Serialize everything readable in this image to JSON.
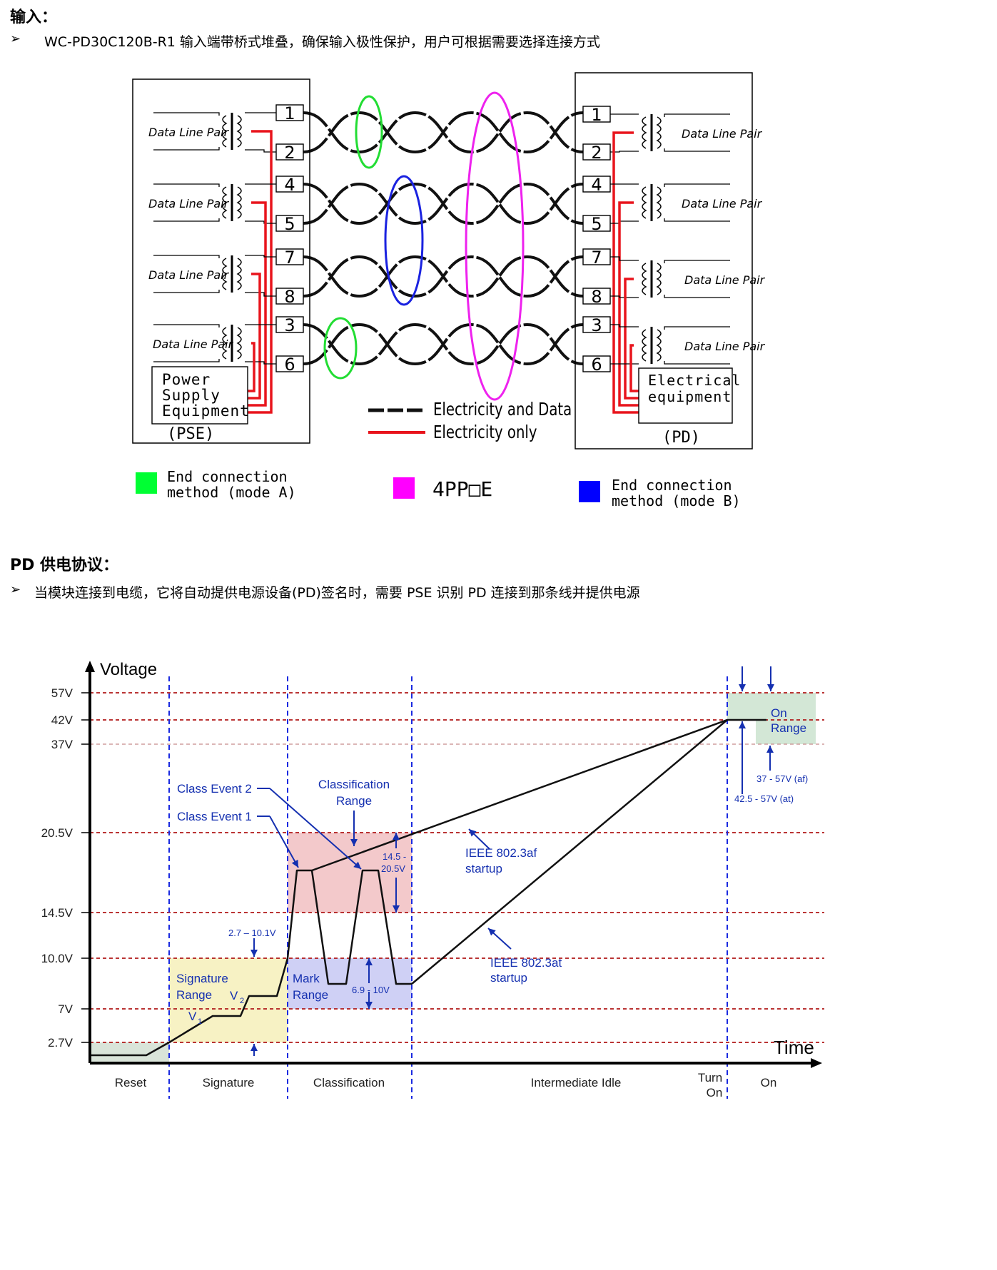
{
  "input_section": {
    "heading": "输入：",
    "bullet": "WC-PD30C120B-R1 输入端带桥式堆叠，确保输入极性保护，用户可根据需要选择连接方式"
  },
  "wiring_diagram": {
    "data_line_pair_label": "Data Line Pair",
    "left_pins": [
      "1",
      "2",
      "4",
      "5",
      "7",
      "8",
      "3",
      "6"
    ],
    "right_pins": [
      "1",
      "2",
      "4",
      "5",
      "7",
      "8",
      "3",
      "6"
    ],
    "pse_box": [
      "Power",
      "Supply",
      "Equipment"
    ],
    "pse_label": "(PSE)",
    "pd_box": [
      "Electrical",
      "equipment"
    ],
    "pd_label": "(PD)",
    "legend_dashed": "Electricity and Data",
    "legend_red": "Electricity only",
    "key": [
      {
        "color": "#00ff33",
        "lines": [
          "End connection",
          "method (mode A)"
        ]
      },
      {
        "color": "#ff00ff",
        "lines": [
          "4PP□E"
        ]
      },
      {
        "color": "#0000ff",
        "lines": [
          "End connection",
          "method (mode B)"
        ]
      }
    ]
  },
  "pd_section": {
    "heading": "PD 供电协议：",
    "bullet": "当模块连接到电缆，它将自动提供电源设备(PD)签名时，需要 PSE 识别 PD 连接到那条线并提供电源"
  },
  "timing_chart": {
    "y_axis_label": "Voltage",
    "x_axis_label": "Time",
    "y_ticks": [
      "57V",
      "42V",
      "37V",
      "20.5V",
      "14.5V",
      "10.0V",
      "7V",
      "2.7V"
    ],
    "phases": [
      "Reset",
      "Signature",
      "Classification",
      "Intermediate  Idle",
      "Turn",
      "On",
      "On"
    ],
    "regions": {
      "signature": [
        "Signature",
        "Range"
      ],
      "mark": [
        "Mark",
        "Range"
      ],
      "classification": [
        "Classification",
        "Range"
      ],
      "on": [
        "On",
        "Range"
      ]
    },
    "annotations": {
      "class_event_2": "Class Event  2",
      "class_event_1": "Class Event  1",
      "v2": "V",
      "v1": "V",
      "sig_range_val": "2.7 – 10.1V",
      "class_range_val_1": "14.5 -",
      "class_range_val_2": "20.5V",
      "mark_range_val": "6.9 - 10V",
      "af_startup_1": "IEEE 802.3af",
      "af_startup_2": "startup",
      "at_startup_1": "IEEE 802.3at",
      "at_startup_2": "startup",
      "on_af": "37 - 57V (af)",
      "on_at": "42.5 - 57V (at)"
    },
    "colors": {
      "signature_fill": "#f7f2c4",
      "mark_fill": "#cfd0f5",
      "classification_fill": "#f3c9cb",
      "on_fill": "#d3e7d6",
      "reset_fill": "#d9e4d9",
      "annotation": "#1530b0",
      "threshold": "#b01818"
    }
  }
}
